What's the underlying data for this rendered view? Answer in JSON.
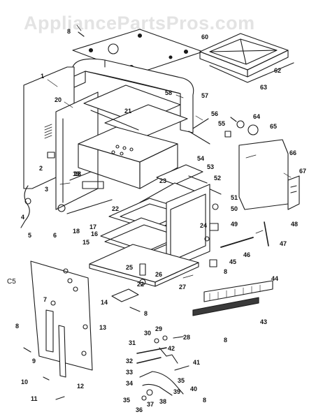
{
  "watermark": "AppliancePartsPros.com",
  "section_label": "C5",
  "parts": {
    "p1": "1",
    "p2": "2",
    "p3": "3",
    "p4": "4",
    "p5": "5",
    "p6": "6",
    "p7": "7",
    "p8a": "8",
    "p8b": "8",
    "p8c": "8",
    "p8d": "8",
    "p8e": "8",
    "p8f": "8",
    "p9": "9",
    "p10": "10",
    "p11": "11",
    "p12": "12",
    "p13": "13",
    "p14": "14",
    "p15": "15",
    "p16": "16",
    "p17": "17",
    "p18a": "18",
    "p18b": "18",
    "p19": "19",
    "p20": "20",
    "p21": "21",
    "p22a": "22",
    "p22b": "22",
    "p23": "23",
    "p24": "24",
    "p25": "25",
    "p26": "26",
    "p27": "27",
    "p28": "28",
    "p29": "29",
    "p30": "30",
    "p31": "31",
    "p32": "32",
    "p33": "33",
    "p34": "34",
    "p35a": "35",
    "p35b": "35",
    "p36": "36",
    "p37": "37",
    "p38": "38",
    "p39": "39",
    "p40": "40",
    "p41": "41",
    "p42": "42",
    "p43": "43",
    "p44": "44",
    "p45": "45",
    "p46": "46",
    "p47": "47",
    "p48": "48",
    "p49": "49",
    "p50": "50",
    "p51": "51",
    "p52": "52",
    "p53": "53",
    "p54": "54",
    "p55": "55",
    "p56": "56",
    "p57": "57",
    "p58": "58",
    "p60": "60",
    "p62": "62",
    "p63": "63",
    "p64": "64",
    "p65": "65",
    "p66": "66",
    "p67": "67"
  }
}
